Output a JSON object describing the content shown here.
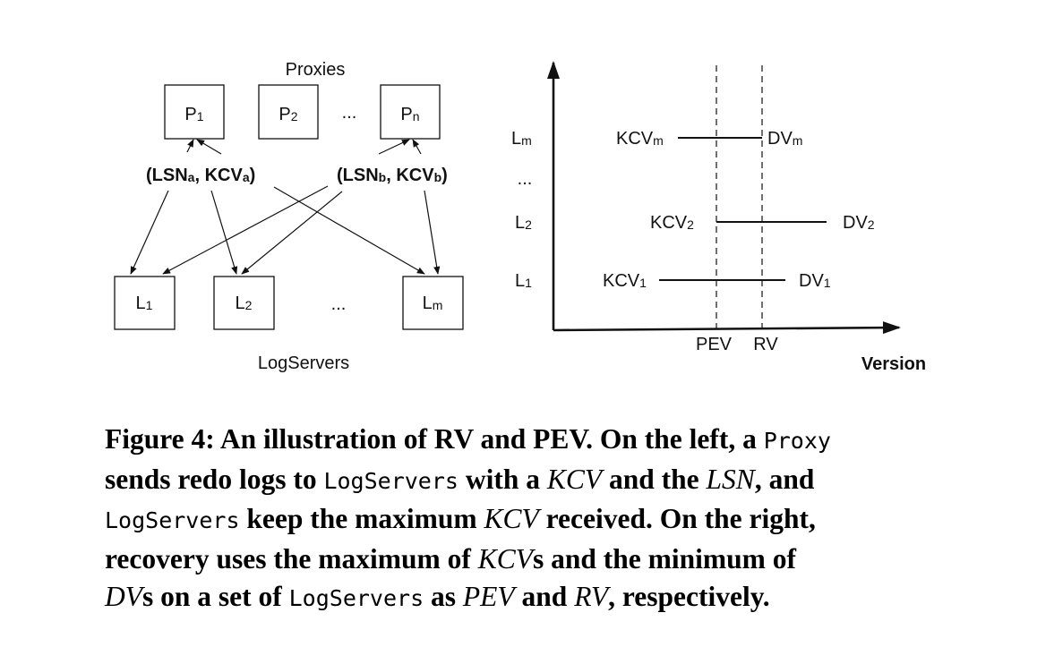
{
  "diagram": {
    "group_top": "Proxies",
    "group_bottom": "LogServers",
    "proxies": [
      {
        "base": "P",
        "sub": "1"
      },
      {
        "base": "P",
        "sub": "2"
      },
      {
        "base": "P",
        "sub": "n"
      }
    ],
    "proxy_ellipsis": "...",
    "logservers": [
      {
        "base": "L",
        "sub": "1"
      },
      {
        "base": "L",
        "sub": "2"
      },
      {
        "base": "L",
        "sub": "m"
      }
    ],
    "logserver_ellipsis": "...",
    "pair_a": {
      "open": "(LSN",
      "sub1": "a",
      "mid": ", KCV",
      "sub2": "a",
      "close": ")"
    },
    "pair_b": {
      "open": "(LSN",
      "sub1": "b",
      "mid": ", KCV",
      "sub2": "b",
      "close": ")"
    }
  },
  "version_plot": {
    "rows": [
      {
        "label_base": "L",
        "label_sub": "m",
        "kcv_base": "KCV",
        "kcv_sub": "m",
        "dv_base": "DV",
        "dv_sub": "m"
      },
      {
        "label_base": "L",
        "label_sub": "2",
        "kcv_base": "KCV",
        "kcv_sub": "2",
        "dv_base": "DV",
        "dv_sub": "2"
      },
      {
        "label_base": "L",
        "label_sub": "1",
        "kcv_base": "KCV",
        "kcv_sub": "1",
        "dv_base": "DV",
        "dv_sub": "1"
      }
    ],
    "row_ellipsis": "...",
    "pev_label": "PEV",
    "rv_label": "RV",
    "x_axis_label": "Version"
  },
  "caption": {
    "l1_a": "Figure 4: An illustration of RV and PEV. On the left, a ",
    "l1_m1": "Proxy",
    "l2_a": "sends redo logs to ",
    "l2_m1": "LogServers",
    "l2_b": " with a ",
    "l2_i1": "KCV",
    "l2_c": " and the ",
    "l2_i2": "LSN",
    "l2_d": ", and",
    "l3_m1": "LogServers",
    "l3_a": " keep the maximum ",
    "l3_i1": "KCV",
    "l3_b": " received. On the right,",
    "l4_a": "recovery uses the maximum of ",
    "l4_i1": "KCV",
    "l4_b": "s and the minimum of",
    "l5_i1": "DV",
    "l5_a": "s on a set of ",
    "l5_m1": "LogServers",
    "l5_b": " as ",
    "l5_i2": "PEV",
    "l5_c": " and ",
    "l5_i3": "RV",
    "l5_d": ", respectively."
  }
}
